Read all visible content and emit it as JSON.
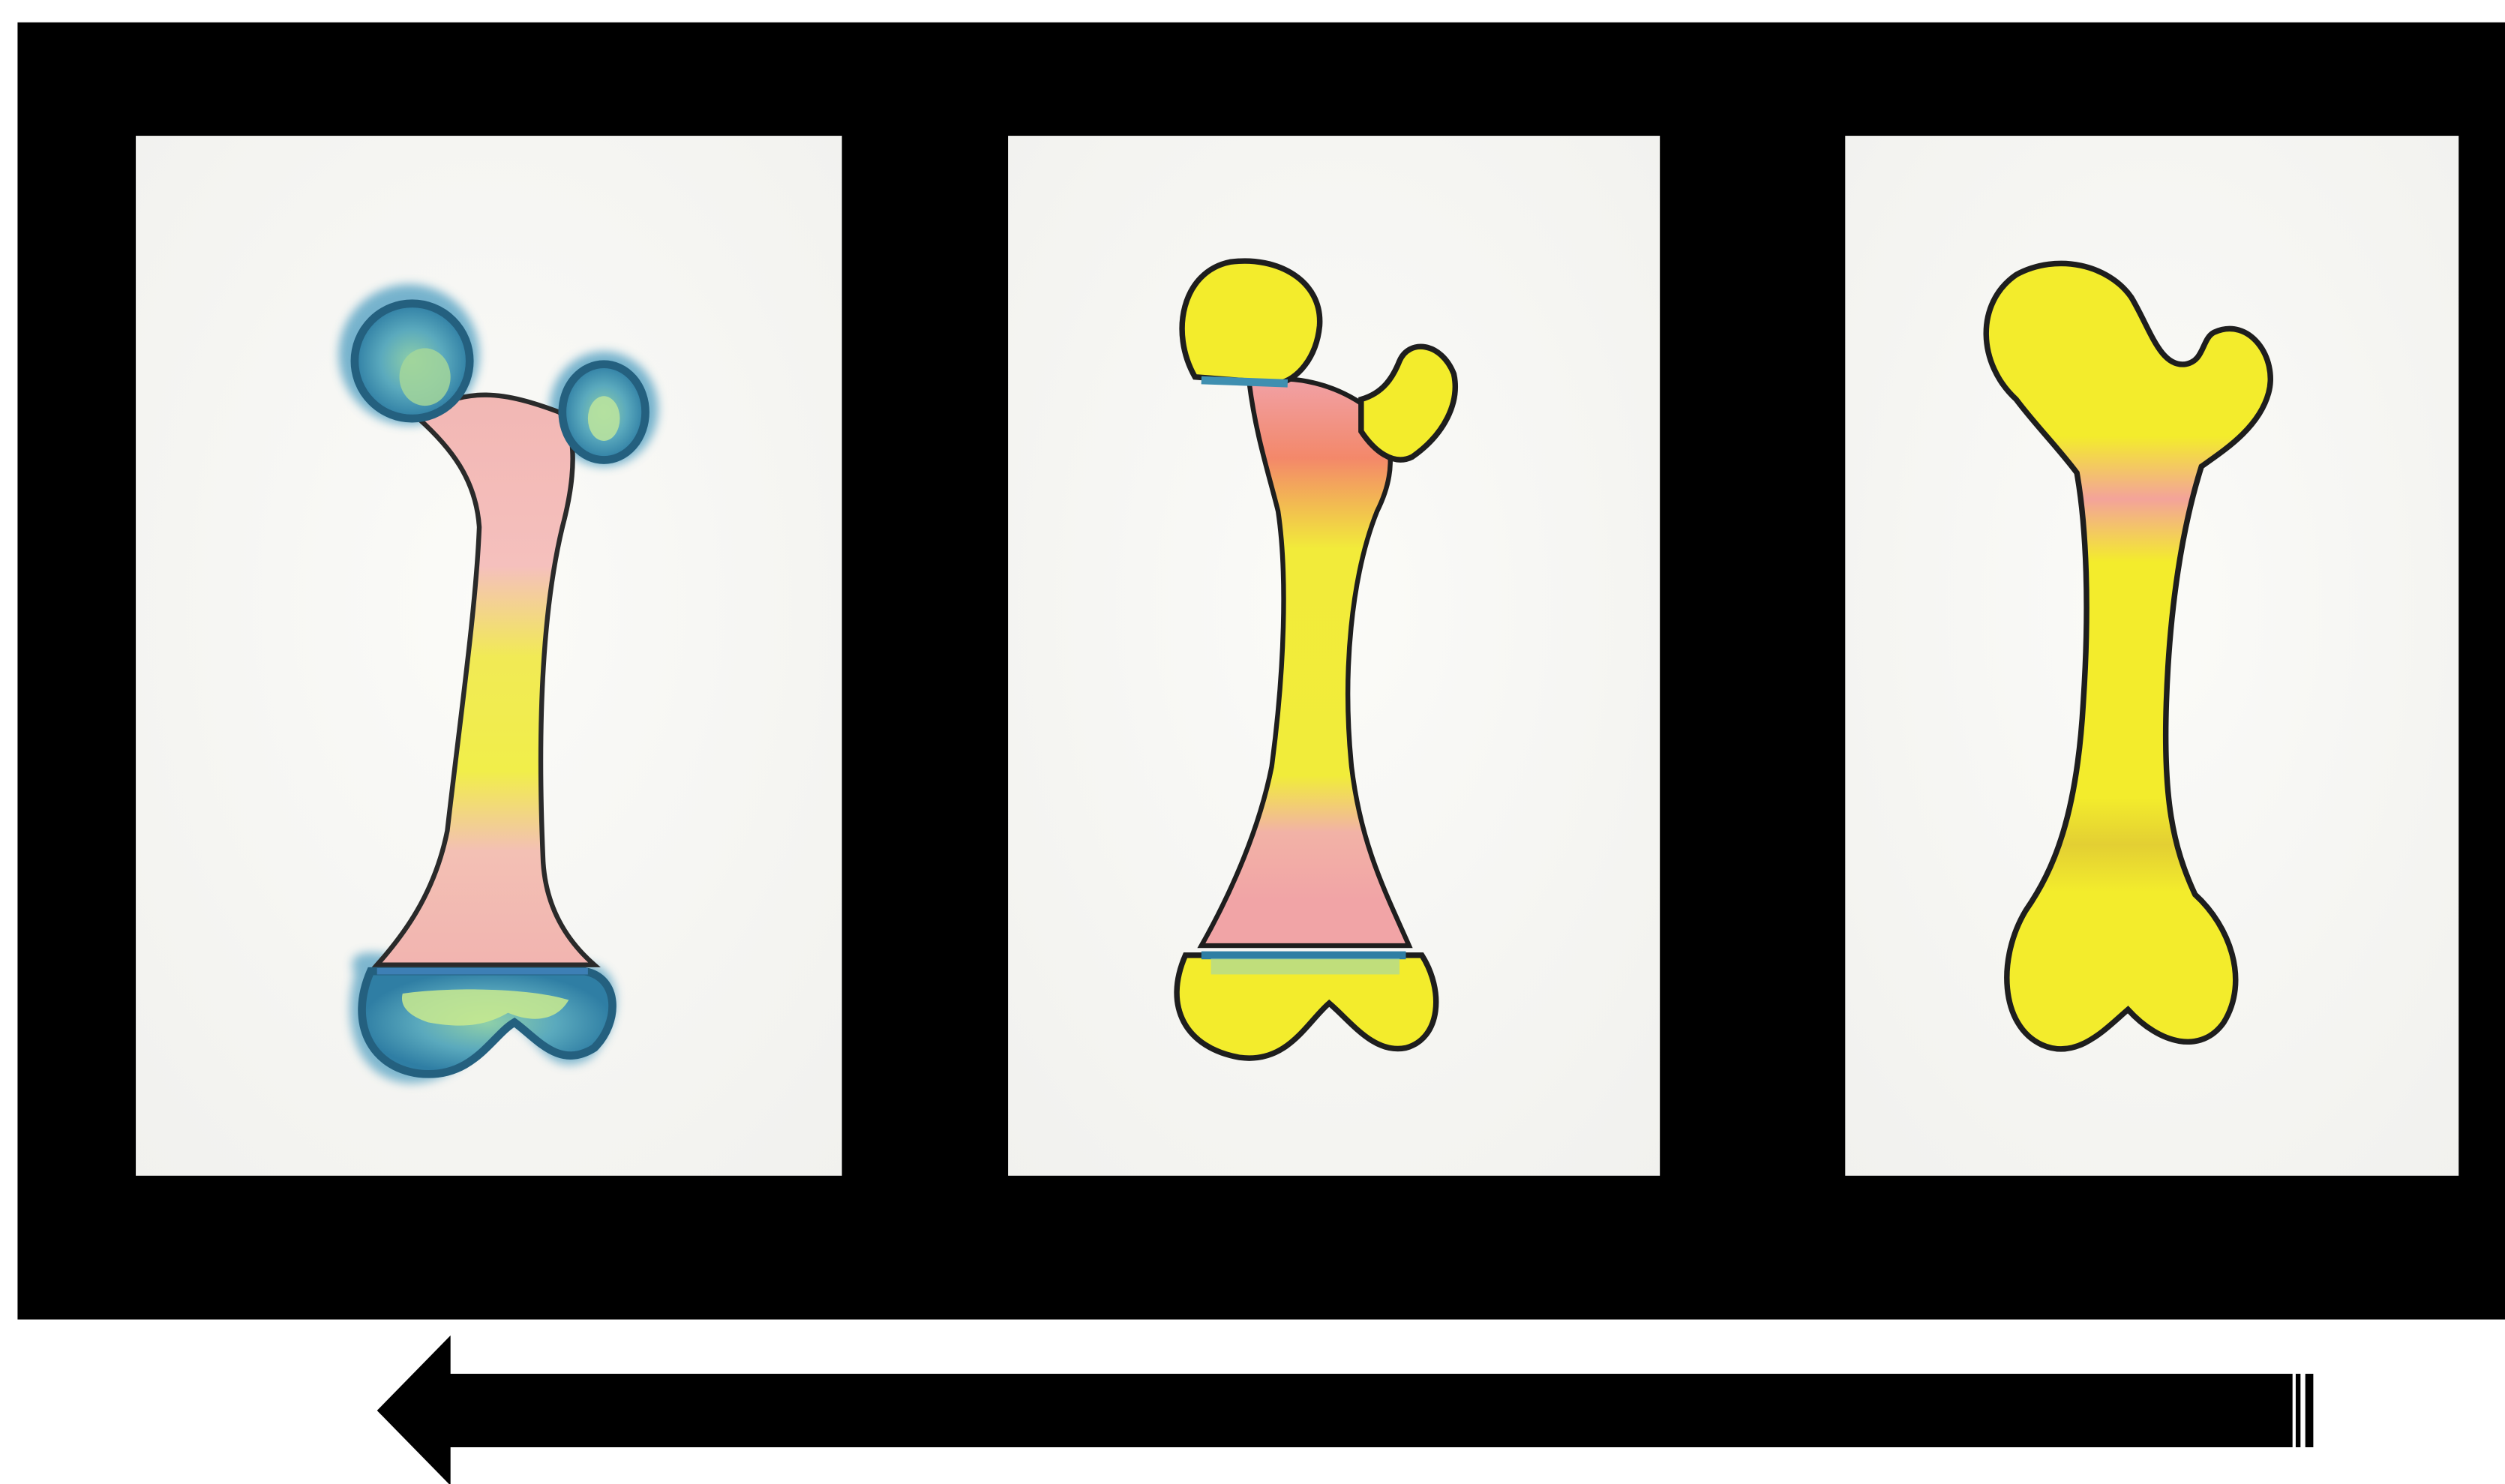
{
  "figure": {
    "background": "#ffffff",
    "frame_color": "#000000",
    "panel_background": "#f9f8f5",
    "arrow_direction": "right-to-left",
    "panels": [
      {
        "name": "bone-stage-1",
        "description_colors": {
          "outline": "#2a2a2a",
          "epiphysis": "#4f9dbf",
          "metaphysis": "#f2b4b4",
          "diaphysis": "#f0ee4a"
        }
      },
      {
        "name": "bone-stage-2",
        "description_colors": {
          "outline": "#1e1e1e",
          "epiphysis": "#f3ec2c",
          "growth-plate": "#3f8fb0",
          "metaphysis": "#f1a6a6",
          "diaphysis": "#f1ec3a"
        }
      },
      {
        "name": "bone-stage-3",
        "description_colors": {
          "outline": "#1e1e1e",
          "bone": "#f3ec2c",
          "pink-band": "#f3a39a",
          "tint": "#e3cf33"
        }
      }
    ]
  }
}
